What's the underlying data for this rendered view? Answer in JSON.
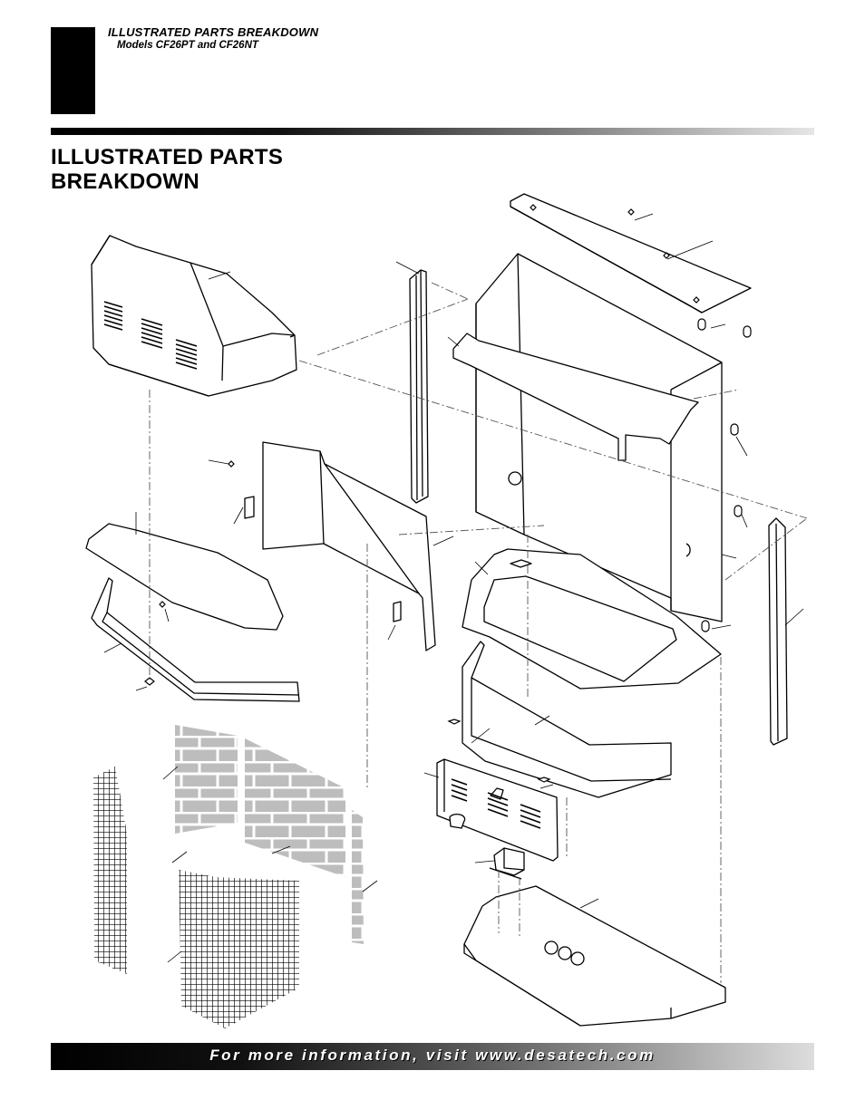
{
  "header": {
    "title": "ILLUSTRATED PARTS BREAKDOWN",
    "subtitle": "Models CF26PT and CF26NT"
  },
  "page_title": "ILLUSTRATED PARTS BREAKDOWN",
  "footer": {
    "text": "For more information, visit www.desatech.com"
  },
  "colors": {
    "accent": "#000000",
    "brick": "#bdbdbd"
  }
}
